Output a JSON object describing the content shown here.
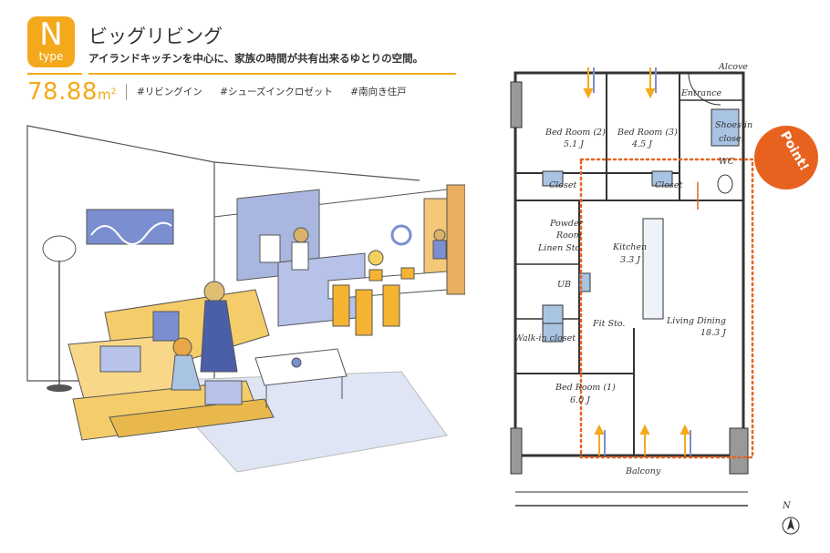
{
  "header": {
    "type_letter": "N",
    "type_sub": "type",
    "plan_name": "ビッグリビング",
    "catch_copy": "アイランドキッチンを中心に、家族の時間が共有出来るゆとりの空間。",
    "area_value": "78.88",
    "area_unit": "m",
    "area_unit_sup": "2",
    "tags": [
      "#リビングイン",
      "#シューズインクロゼット",
      "#南向き住戸"
    ]
  },
  "floorplan": {
    "rooms": {
      "alcove": "Alcove",
      "entrance": "Entrance",
      "bed2": "Bed Room (2)",
      "bed2_size": "5.1 J",
      "bed3": "Bed Room (3)",
      "bed3_size": "4.5 J",
      "shoes_in": "Shoes-in",
      "shoes_closet": "closet",
      "wc": "WC",
      "closet_a": "Closet",
      "closet_b": "Closet",
      "powder": "Powder",
      "powder_room": "Room",
      "linen": "Linen Sto.",
      "kitchen": "Kitchen",
      "kitchen_size": "3.3 J",
      "ub": "UB",
      "fit": "Fit Sto.",
      "living": "Living Dining",
      "living_size": "18.3 J",
      "walkin": "Walk-in closet",
      "bed1": "Bed Room (1)",
      "bed1_size": "6.0 J",
      "balcony": "Balcony"
    },
    "point_label": "Point!",
    "north_label": "N",
    "colors": {
      "accent": "#f4a91c",
      "point": "#e8621f",
      "fixture_blue": "#a9c3e3"
    }
  }
}
